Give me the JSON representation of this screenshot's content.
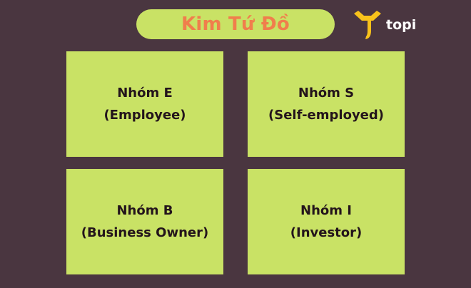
{
  "title": "Kim Tứ Đồ",
  "logo": {
    "text": "topi",
    "icon": "topi-logo-icon"
  },
  "quadrants": [
    {
      "name": "Nhóm E",
      "subtitle": "(Employee)"
    },
    {
      "name": "Nhóm S",
      "subtitle": "(Self-employed)"
    },
    {
      "name": "Nhóm B",
      "subtitle": "(Business Owner)"
    },
    {
      "name": "Nhóm I",
      "subtitle": "(Investor)"
    }
  ],
  "colors": {
    "background": "#4a3640",
    "box": "#c9e265",
    "title_text": "#f07e4c",
    "box_text": "#23141b",
    "logo_mark": "#f8c21b"
  }
}
